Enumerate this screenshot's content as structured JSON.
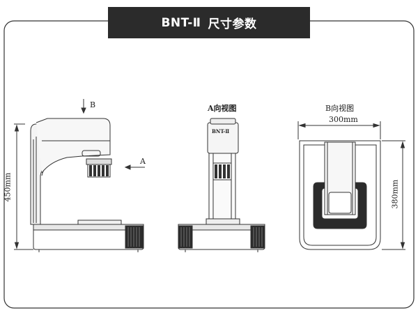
{
  "header": {
    "model": "BNT-Ⅱ",
    "title": "尺寸参数"
  },
  "views": {
    "side": {
      "arrow_b_label": "B",
      "arrow_a_label": "A",
      "height_dim": "450mm"
    },
    "front": {
      "title": "A向视图",
      "panel_label": "BNT-Ⅱ"
    },
    "top": {
      "title": "B向视图",
      "width_dim": "300mm",
      "depth_dim": "380mm"
    }
  }
}
